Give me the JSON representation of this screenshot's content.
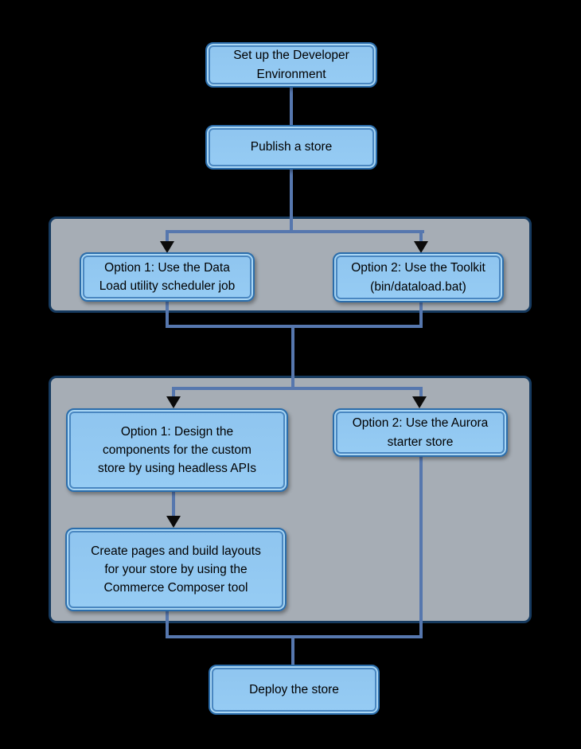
{
  "diagram_type": "flowchart",
  "colors": {
    "background": "#000000",
    "node_fill_top": "#8fc5ef",
    "node_fill_bottom": "#96ccf4",
    "node_border": "#2b6dab",
    "node_inner_ring": "#4a87c1",
    "node_highlight_ring": "#a9d6f4",
    "group_fill": "#a6adb5",
    "group_border": "#163a5f",
    "connector": "#5677ae",
    "arrowhead": "#0b0b0b",
    "text": "#000000"
  },
  "nodes": {
    "setup": {
      "label": "Set up the Developer\nEnvironment"
    },
    "publish": {
      "label": "Publish a store"
    },
    "dataload_option1": {
      "label": "Option 1: Use the Data\nLoad utility scheduler job"
    },
    "dataload_option2": {
      "label": "Option 2: Use the Toolkit\n(bin/dataload.bat)"
    },
    "store_option1": {
      "label": "Option 1: Design the\ncomponents for the custom\nstore by using headless APIs"
    },
    "store_option2": {
      "label": "Option 2: Use the Aurora\nstarter store"
    },
    "create_pages": {
      "label": "Create pages and build layouts\nfor your store by using the\nCommerce Composer tool"
    },
    "deploy": {
      "label": "Deploy the store"
    }
  },
  "flow": [
    "setup -> publish",
    "publish -> dataload_option1 | dataload_option2",
    "dataload options -> store options",
    "store_option1 -> create_pages",
    "create_pages | store_option2 -> deploy"
  ]
}
